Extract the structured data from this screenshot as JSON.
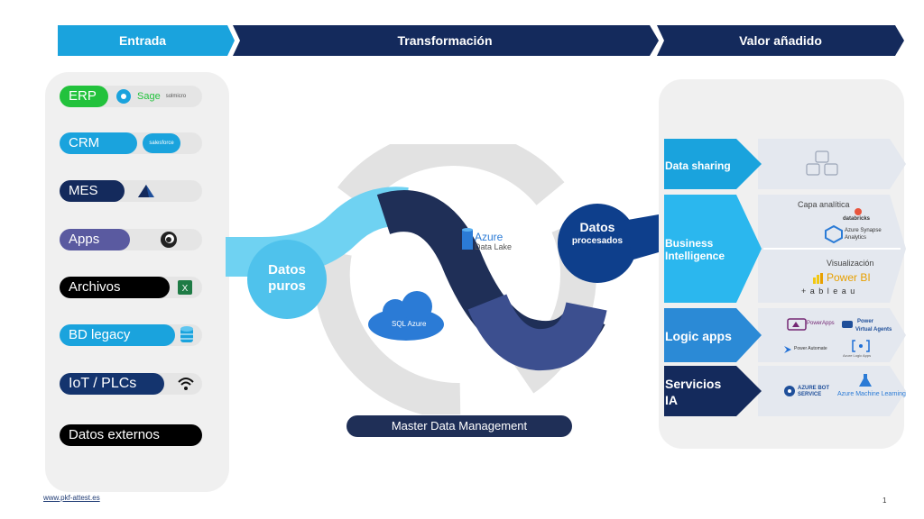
{
  "header": {
    "entrada": "Entrada",
    "transformacion": "Transformación",
    "valor": "Valor añadido",
    "colors": {
      "entrada": "#1aa3dd",
      "transformacion": "#142a5c",
      "valor": "#142a5c"
    }
  },
  "sources": [
    {
      "label": "ERP",
      "color": "#22c23c",
      "logos": [
        "Sage",
        "solmicro"
      ]
    },
    {
      "label": "CRM",
      "color": "#1aa3dd",
      "logos": [
        "salesforce"
      ]
    },
    {
      "label": "MES",
      "color": "#142a5c",
      "logos": []
    },
    {
      "label": "Apps",
      "color": "#5a5aa0",
      "logos": []
    },
    {
      "label": "Archivos",
      "color": "#000000",
      "logos": []
    },
    {
      "label": "BD legacy",
      "color": "#1aa3dd",
      "logos": []
    },
    {
      "label": "IoT / PLCs",
      "color": "#14346e",
      "logos": []
    },
    {
      "label": "Datos externos",
      "color": "#000000",
      "logos": []
    }
  ],
  "center": {
    "datos_puros": "Datos puros",
    "datos_procesados_1": "Datos",
    "datos_procesados_2": "procesados",
    "azure_lake_1": "Azure",
    "azure_lake_2": "Data Lake",
    "sql_azure": "SQL Azure",
    "mdm": "Master Data Management"
  },
  "outputs": {
    "data_sharing": "Data sharing",
    "bi": "Business Intelligence",
    "capa_analitica": "Capa analítica",
    "databricks": "databricks",
    "synapse_1": "Azure Synapse",
    "synapse_2": "Analytics",
    "visualizacion": "Visualización",
    "powerbi": "Power BI",
    "tableau": "+ a b l e a u",
    "logic_apps": "Logic apps",
    "powerapps": "PowerApps",
    "pva_1": "Power",
    "pva_2": "Virtual Agents",
    "power_automate": "Power Automate",
    "azure_logic_apps": "Azure Logic Apps",
    "servicios_ia": "Servicios IA",
    "bot_1": "AZURE BOT",
    "bot_2": "SERVICE",
    "azure_ml": "Azure Machine Learning"
  },
  "footer": {
    "link": "www.pkf-attest.es",
    "page": "1"
  }
}
